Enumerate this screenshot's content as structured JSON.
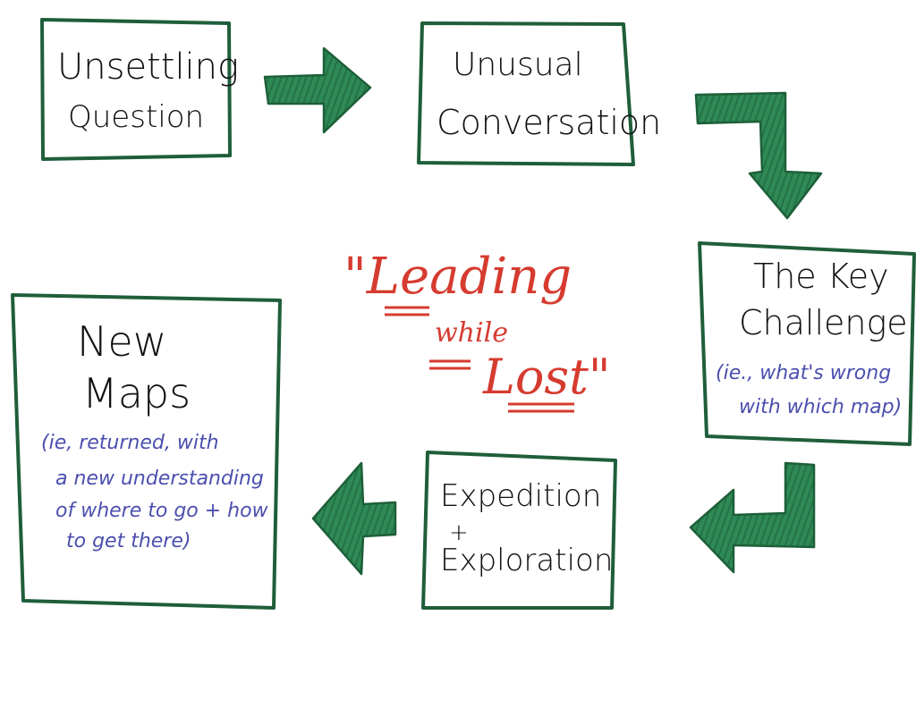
{
  "diagram": {
    "title_lines": [
      "\"Leading",
      "while",
      "Lost\""
    ],
    "colors": {
      "box_stroke": "#1f5e3a",
      "arrow_fill": "#2f8a56",
      "arrow_stroke": "#1d5f39",
      "text": "#111111",
      "note": "#4b4fae",
      "title": "#d63b2f"
    },
    "nodes": {
      "unsettling": {
        "lines": [
          "Unsettling",
          "Question"
        ]
      },
      "unusual": {
        "lines": [
          "Unusual",
          "Conversation"
        ]
      },
      "key": {
        "lines": [
          "The Key",
          "Challenge"
        ],
        "note_lines": [
          "(ie., what's wrong",
          "with which map)"
        ]
      },
      "expedition": {
        "lines": [
          "Expedition",
          "+",
          "Exploration"
        ]
      },
      "newmaps": {
        "lines": [
          "New",
          "Maps"
        ],
        "note_lines": [
          "(ie, returned, with",
          "a new understanding",
          "of where to go + how",
          "to get there)"
        ]
      }
    }
  }
}
